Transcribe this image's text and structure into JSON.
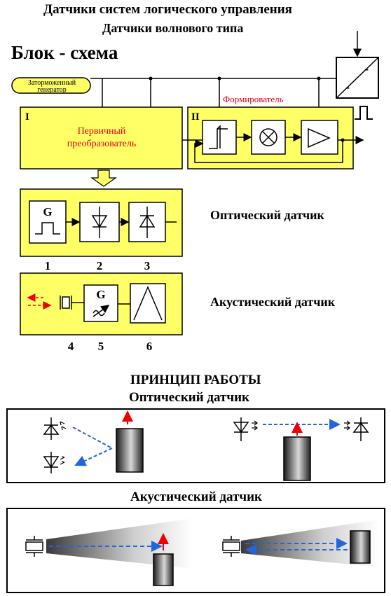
{
  "header": {
    "title_line1": "Датчики систем логического управления",
    "title_line2": "Датчики волнового типа"
  },
  "block_scheme": {
    "heading": "Блок - схема",
    "generator_label_line1": "Заторможенный",
    "generator_label_line2": "генератор",
    "block_i": {
      "roman": "I",
      "text_line1": "Первичный",
      "text_line2": "преобразователь"
    },
    "block_ii": {
      "roman": "II",
      "text": "Формирователь"
    },
    "dc_sign_top": "-",
    "dc_sign_bottom": "-"
  },
  "optical": {
    "label": "Оптический датчик",
    "gen_letter": "G",
    "numbers": [
      "1",
      "2",
      "3"
    ]
  },
  "acoustic": {
    "label": "Акустический датчик",
    "gen_letter": "G",
    "numbers": [
      "4",
      "5",
      "6"
    ]
  },
  "principle": {
    "heading": "ПРИНЦИП РАБОТЫ",
    "optical_heading": "Оптический датчик",
    "acoustic_heading": "Акустический датчик"
  },
  "colors": {
    "yellow": "#ffff66",
    "red_text": "#e8001c",
    "arrow_blue": "#2266dd",
    "arrow_red": "#ee0000"
  }
}
